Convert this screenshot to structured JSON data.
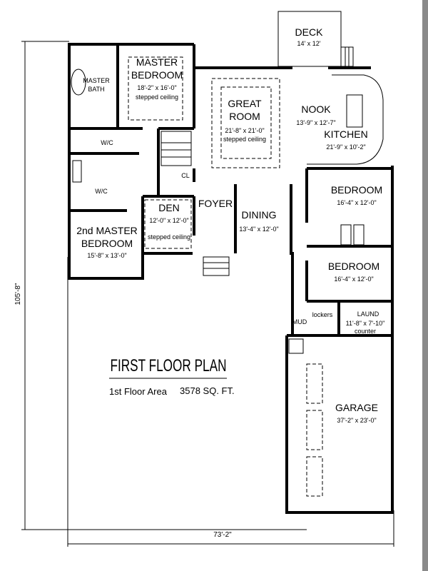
{
  "plan": {
    "title": "FIRST FLOOR PLAN",
    "area_label": "1st Floor Area",
    "area_value": "3578 SQ. FT.",
    "overall_width": "73'-2\"",
    "overall_depth": "105'-8\""
  },
  "rooms": {
    "deck": {
      "name": "DECK",
      "size": "14' x 12'"
    },
    "master_bedroom": {
      "name1": "MASTER",
      "name2": "BEDROOM",
      "size": "18'-2\" x 16'-0\"",
      "note": "stepped ceiling"
    },
    "master_bath": {
      "name1": "MASTER",
      "name2": "BATH"
    },
    "great_room": {
      "name1": "GREAT",
      "name2": "ROOM",
      "size": "21'-8\" x 21'-0\"",
      "note": "stepped ceiling"
    },
    "nook": {
      "name": "NOOK",
      "size": "13'-9\" x 12'-7\""
    },
    "kitchen": {
      "name": "KITCHEN",
      "size": "21'-9\" x 10'-2\""
    },
    "wic1": {
      "name": "W/C"
    },
    "wic2": {
      "name": "W/C"
    },
    "closet": {
      "name": "CL"
    },
    "bedroom1": {
      "name": "BEDROOM",
      "size": "16'-4\" x 12'-0\""
    },
    "bedroom2": {
      "name": "BEDROOM",
      "size": "16'-4\" x 12'-0\""
    },
    "second_master": {
      "name1": "2nd MASTER",
      "name2": "BEDROOM",
      "size": "15'-8\" x 13'-0\""
    },
    "den": {
      "name": "DEN",
      "size": "12'-0\" x 12'-0\"",
      "note": "stepped ceiling"
    },
    "foyer": {
      "name": "FOYER"
    },
    "dining": {
      "name": "DINING",
      "size": "13'-4\" x 12'-0\""
    },
    "mud": {
      "name": "MUD"
    },
    "lockers": {
      "name": "lockers"
    },
    "laundry": {
      "name": "LAUND",
      "size": "11'-8\" x 7'-10\"",
      "note": "counter"
    },
    "garage": {
      "name": "GARAGE",
      "size": "37'-2\" x 23'-0\""
    }
  },
  "colors": {
    "line": "#000000",
    "background": "#ffffff",
    "edge_bar": "#8a8a8a"
  }
}
